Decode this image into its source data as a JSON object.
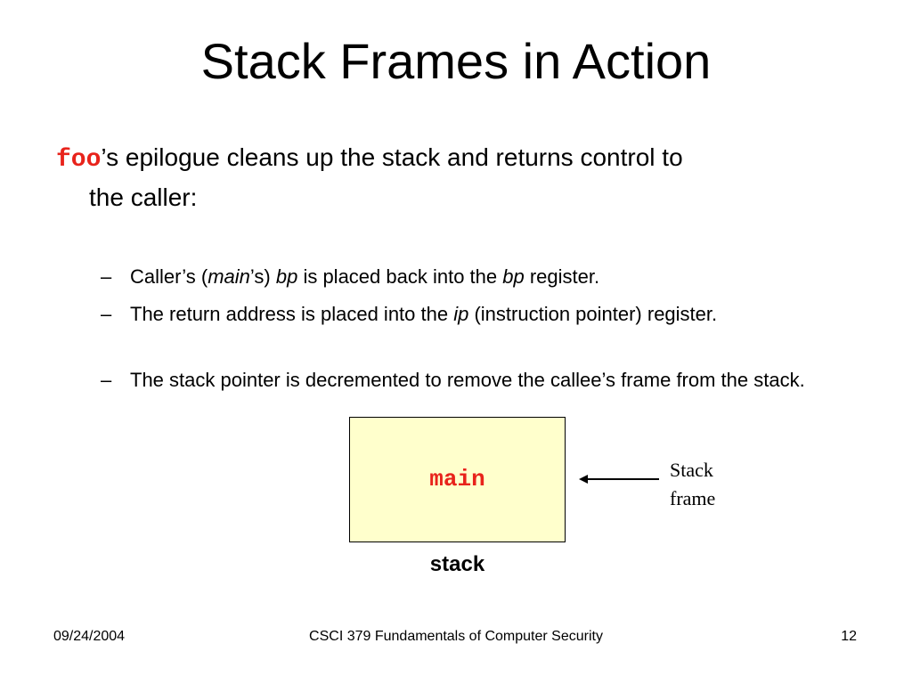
{
  "slide": {
    "title": "Stack Frames in Action",
    "bullet": {
      "code_word": "foo",
      "text_part1": "’s epilogue cleans up the stack and returns control to",
      "text_part2": "the caller:"
    },
    "sub_bullets": [
      {
        "dash": "–",
        "segments": [
          "Caller’s (",
          "main",
          "’s) ",
          "bp",
          " is placed back into the ",
          "bp",
          " register."
        ]
      },
      {
        "dash": "–",
        "segments": [
          "The return address is placed into the ",
          "ip",
          " (instruction pointer) register."
        ]
      },
      {
        "dash": "–",
        "segments": [
          "The stack pointer is decremented to remove the callee’s frame from the stack."
        ]
      }
    ],
    "diagram": {
      "frame_label": "main",
      "frame_caption": "Stack frame",
      "stack_caption": "stack",
      "box_fill": "#ffffcc",
      "label_color": "#e8231b"
    },
    "footer": {
      "date": "09/24/2004",
      "course": "CSCI 379 Fundamentals of Computer Security",
      "page_number": "12"
    }
  }
}
